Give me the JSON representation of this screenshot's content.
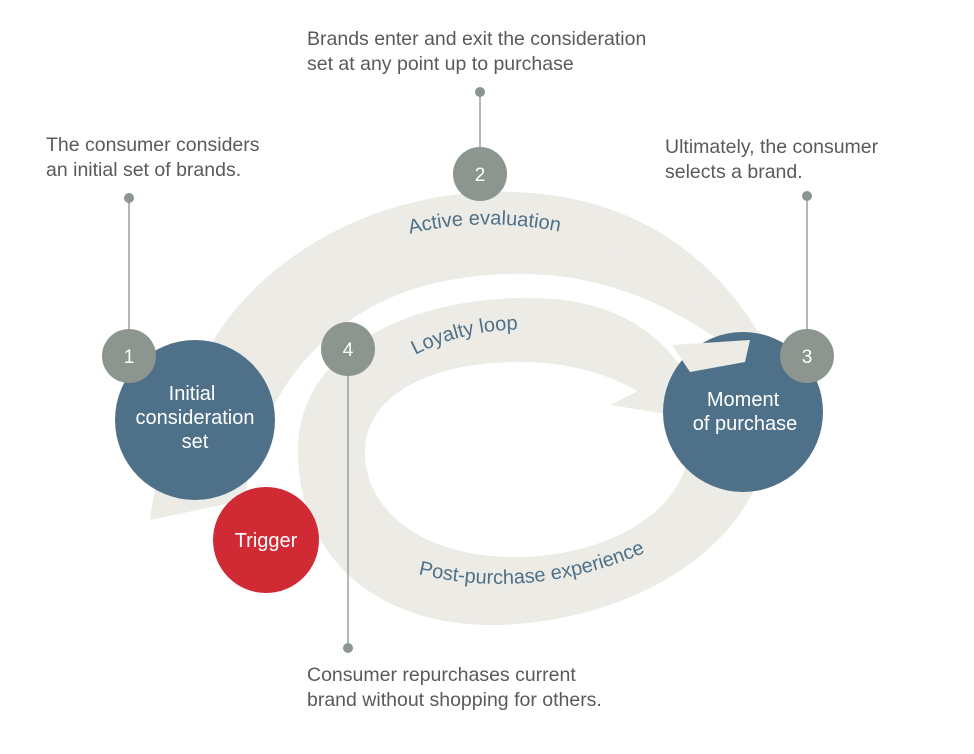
{
  "colors": {
    "loop_fill": "#ecebe6",
    "circle_blue": "#4e7189",
    "badge_gray": "#8c968f",
    "trigger_red": "#d02a34",
    "path_label": "#4e7189",
    "callout_text": "#5a5a5a",
    "connector": "#9aa09c"
  },
  "callouts": {
    "top": [
      "Brands enter and exit the consideration",
      "set at any point up to purchase"
    ],
    "left": [
      "The consumer considers",
      "an initial set of brands."
    ],
    "right": [
      "Ultimately, the consumer",
      "selects a brand."
    ],
    "bottom": [
      "Consumer repurchases current",
      "brand without shopping for others."
    ]
  },
  "nodes": {
    "initial": [
      "Initial",
      "consideration",
      "set"
    ],
    "moment": [
      "Moment",
      "of purchase"
    ],
    "trigger": "Trigger"
  },
  "badges": [
    "1",
    "2",
    "3",
    "4"
  ],
  "paths": {
    "active": "Active evaluation",
    "loyalty": "Loyalty loop",
    "post": "Post-purchase experience"
  }
}
